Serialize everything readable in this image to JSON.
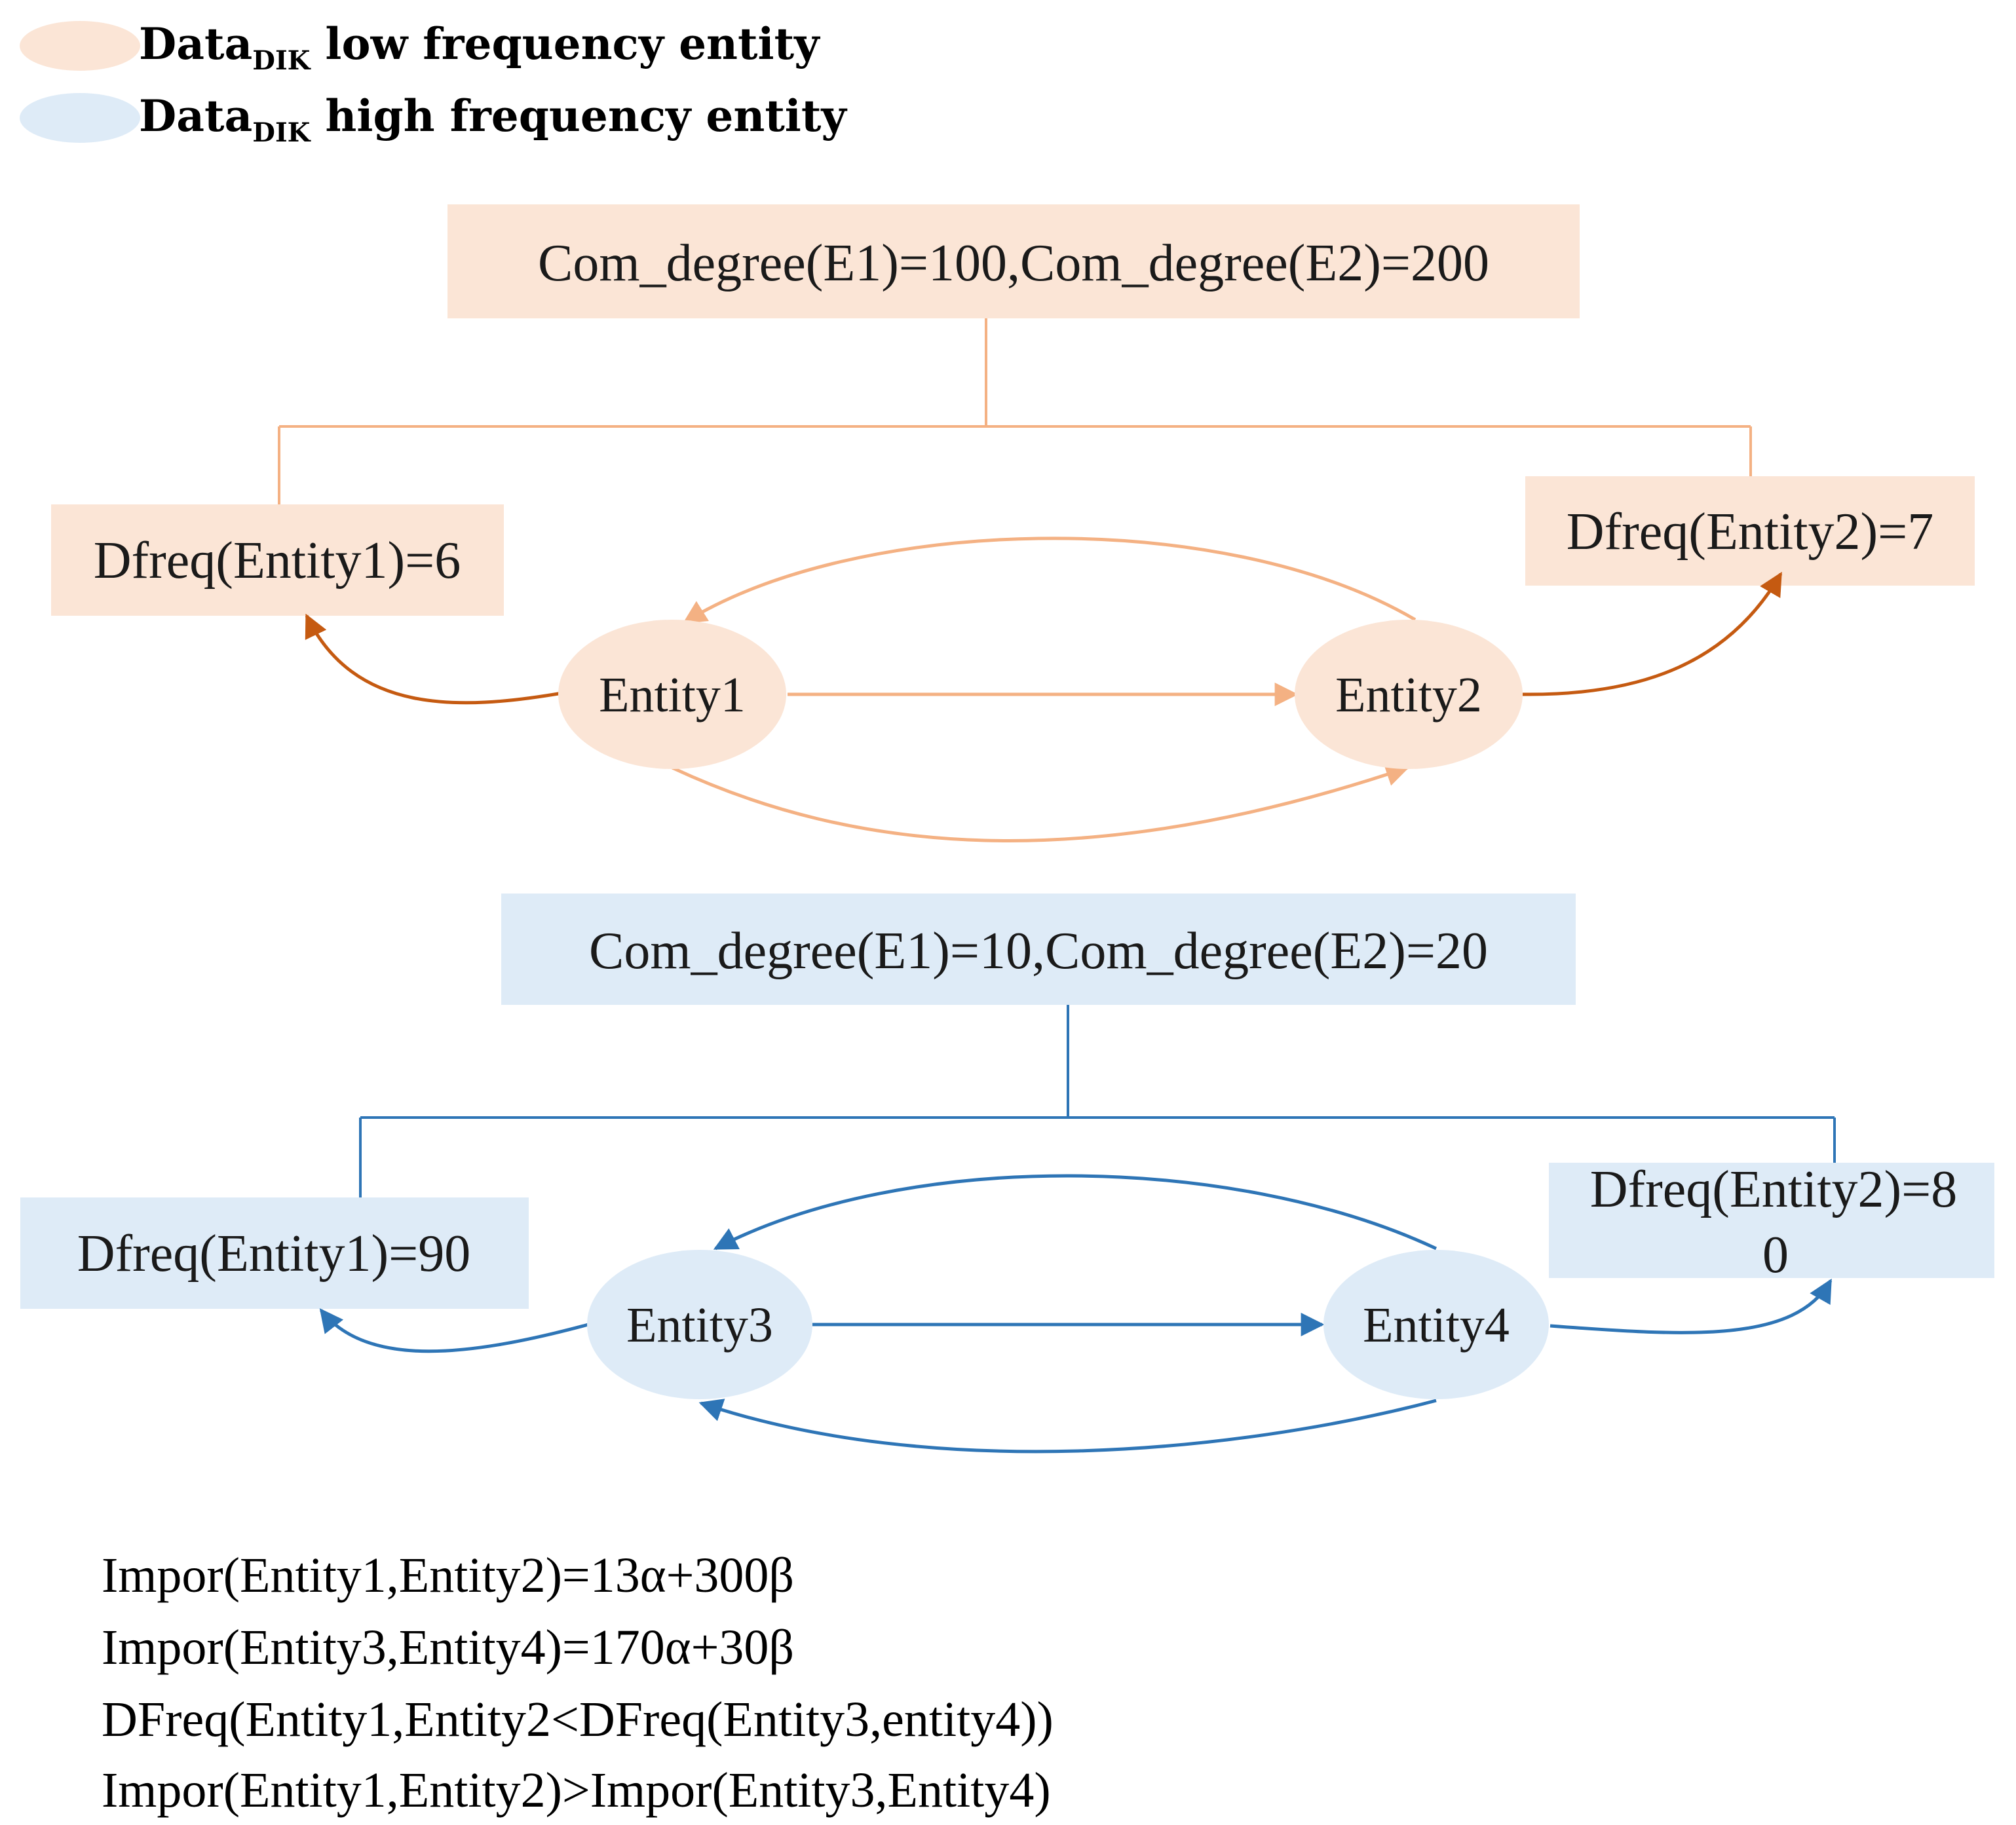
{
  "legend": {
    "low": {
      "prefix": "Data",
      "sub": "DIK",
      "label": " low frequency entity",
      "color": "#fbe5d6"
    },
    "high": {
      "prefix": "Data",
      "sub": "DIK",
      "label": " high frequency entity",
      "color": "#deebf7"
    }
  },
  "colors": {
    "orange_fill": "#fbe5d6",
    "orange_line": "#f4b183",
    "orange_dark": "#c55a11",
    "blue_fill": "#deebf7",
    "blue_line": "#2e75b6"
  },
  "low_freq_diagram": {
    "com_degree": "Com_degree(E1)=100,Com_degree(E2)=200",
    "dfreq_left": "Dfreq(Entity1)=6",
    "dfreq_right": "Dfreq(Entity2)=7",
    "node_a": "Entity1",
    "node_b": "Entity2"
  },
  "high_freq_diagram": {
    "com_degree": "Com_degree(E1)=10,Com_degree(E2)=20",
    "dfreq_left": "Dfreq(Entity1)=90",
    "dfreq_right_line1": "Dfreq(Entity2)=8",
    "dfreq_right_line2": "0",
    "node_a": "Entity3",
    "node_b": "Entity4"
  },
  "formulas": [
    "Impor(Entity1,Entity2)=13α+300β",
    "Impor(Entity3,Entity4)=170α+30β",
    "DFreq(Entity1,Entity2<DFreq(Entity3,entity4))",
    "Impor(Entity1,Entity2)>Impor(Entity3,Entity4)"
  ]
}
